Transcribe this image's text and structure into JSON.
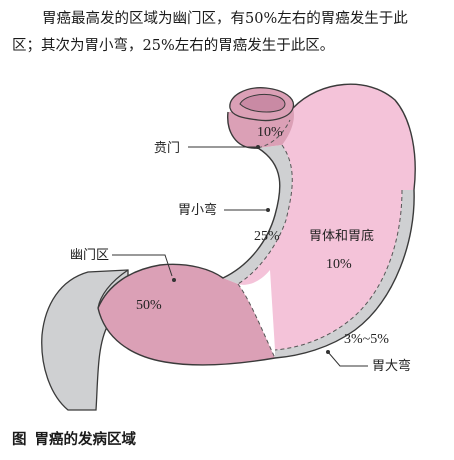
{
  "paragraph": {
    "line1": "胃癌最高发的区域为幽门区，有50%左右的胃癌发生于此",
    "line2": "区；其次为胃小弯，25%左右的胃癌发生于此区。"
  },
  "regions": {
    "cardia": {
      "label": "贲门",
      "percent": "10%"
    },
    "lesser_curvature": {
      "label": "胃小弯",
      "percent": "25%"
    },
    "body_fundus": {
      "label": "胃体和胃底",
      "percent": "10%"
    },
    "pylorus": {
      "label": "幽门区",
      "percent": "50%"
    },
    "greater_curvature": {
      "label": "胃大弯",
      "percent": "3%~5%"
    }
  },
  "caption": {
    "prefix": "图",
    "title": "胃癌的发病区域"
  },
  "colors": {
    "light_pink": "#f4c3d9",
    "dark_pink": "#dba0b6",
    "gray": "#cfd0d2",
    "outline": "#3a3a3a"
  }
}
